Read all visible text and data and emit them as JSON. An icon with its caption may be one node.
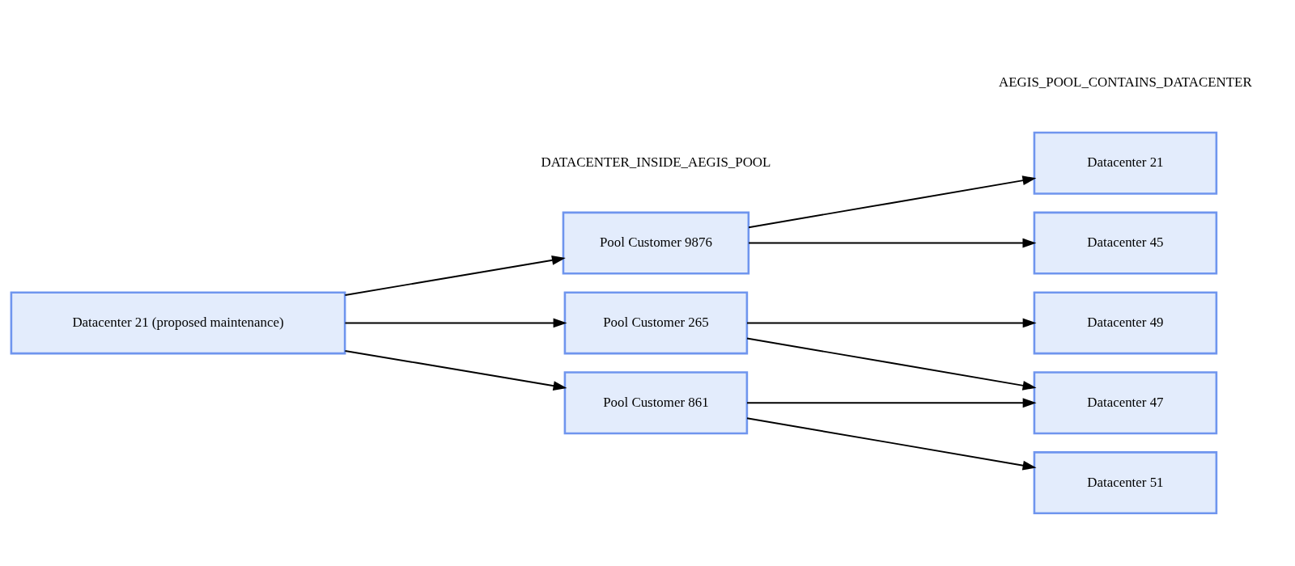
{
  "diagram": {
    "nodes": [
      {
        "text": [
          "Datacenter 21 (proposed maintenance)"
        ]
      },
      {
        "text": [
          "Pool Customer 9876"
        ]
      },
      {
        "text": [
          "Pool Customer 265"
        ]
      },
      {
        "text": [
          "Pool Customer 861"
        ]
      },
      {
        "text": [
          "Datacenter 21"
        ]
      },
      {
        "text": [
          "Datacenter 45"
        ]
      },
      {
        "text": [
          "Datacenter 47"
        ]
      },
      {
        "text": [
          "Datacenter 49"
        ]
      },
      {
        "text": [
          "Datacenter 51"
        ]
      }
    ],
    "edges": [
      {
        "from": 0,
        "to": 1,
        "arrow": "to"
      },
      {
        "from": 0,
        "to": 2,
        "arrow": "to"
      },
      {
        "from": 0,
        "to": 3,
        "arrow": "to"
      },
      {
        "from": 1,
        "to": 4,
        "arrow": "to"
      },
      {
        "from": 1,
        "to": 5,
        "arrow": "to"
      },
      {
        "from": 2,
        "to": 6,
        "arrow": "to"
      },
      {
        "from": 2,
        "to": 7,
        "arrow": "to"
      },
      {
        "from": 3,
        "to": 6,
        "arrow": "to"
      },
      {
        "from": 3,
        "to": 8,
        "arrow": "to"
      }
    ],
    "labels": [
      "DATACENTER_INSIDE_AEGIS_POOL",
      "AEGIS_POOL_CONTAINS_DATACENTER"
    ]
  }
}
